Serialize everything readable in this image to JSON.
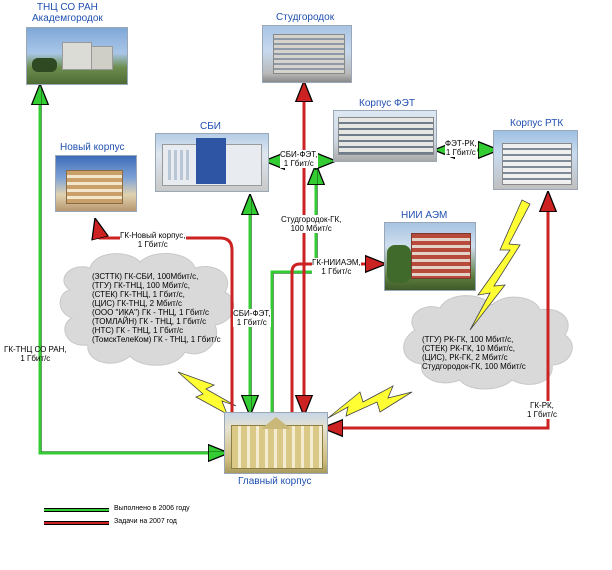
{
  "buildings": {
    "tnc": {
      "name": "ТНЦ СО РАН\nАкадемгородок"
    },
    "studgorodok": {
      "name": "Студгородок"
    },
    "korpus_fet": {
      "name": "Корпус ФЭТ"
    },
    "korpus_rtk": {
      "name": "Корпус РТК"
    },
    "sbi": {
      "name": "СБИ"
    },
    "new_korpus": {
      "name": "Новый корпус"
    },
    "nii_aem": {
      "name": "НИИ АЭМ"
    },
    "main_korpus": {
      "name": "Главный корпус"
    }
  },
  "links": {
    "gk_tnc": "ГК-ТНЦ СО РАН,\n1 Гбит/с",
    "gk_new": "ГК-Новый корпус,\n1 Гбит/с",
    "sbi_fet_top": "СБИ-ФЭТ,\n1 Гбит/с",
    "fet_rk": "ФЭТ-РК,\n1 Гбит/с",
    "stud_gk": "Студгородок-ГК,\n100 Мбит/с",
    "gk_nii": "ГК-НИИАЭМ,\n1 Гбит/с",
    "sbi_fet_vert": "СБИ-ФЭТ,\n1 Гбит/с",
    "gk_rk": "ГК-РК,\n1 Гбит/с"
  },
  "clouds": {
    "left": "(ЗСТТК) ГК-СБИ, 100Мбит/с,\n(ТГУ) ГК-ТНЦ, 100 Мбит/с,\n(СТЕК) ГК-ТНЦ, 1 Гбит/с,\n(ЦИС) ГК-ТНЦ, 2 Мбит/с\n(ООО \"ИКА\") ГК - ТНЦ, 1 Гбит/с\n(ТОМЛАЙН) ГК - ТНЦ, 1 Гбит/с\n(НТС) ГК - ТНЦ, 1 Гбит/с\n(ТомскТелеКом) ГК - ТНЦ, 1 Гбит/с",
    "right": "(ТГУ) РК-ГК, 100 Мбит/с,\n(СТЕК) РК-ГК, 10 Мбит/с,\n(ЦИС), РК-ГК, 2 Мбит/с\nСтудгородок-ГК, 100 Мбит/с"
  },
  "legend": {
    "done": {
      "label": "Выполнено в 2006 году",
      "color": "#33cc33"
    },
    "todo": {
      "label": "Задачи на 2007 год",
      "color": "#cc2222"
    }
  },
  "colors": {
    "green": "#33cc33",
    "red": "#cc2222",
    "bolt": "#ffff33",
    "cloud": "#d9d9d9"
  }
}
